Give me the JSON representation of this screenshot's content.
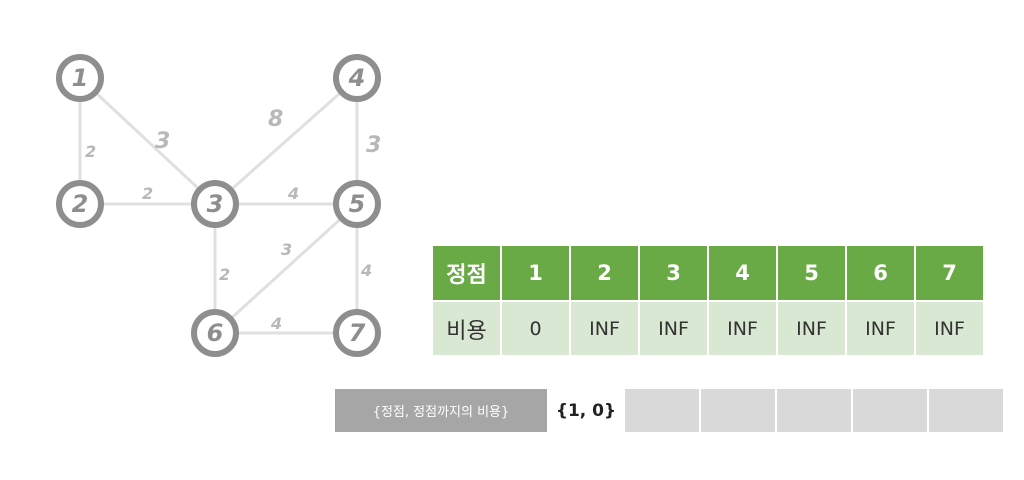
{
  "graph": {
    "nodes": [
      {
        "id": "n1",
        "label": "1"
      },
      {
        "id": "n2",
        "label": "2"
      },
      {
        "id": "n3",
        "label": "3"
      },
      {
        "id": "n4",
        "label": "4"
      },
      {
        "id": "n5",
        "label": "5"
      },
      {
        "id": "n6",
        "label": "6"
      },
      {
        "id": "n7",
        "label": "7"
      }
    ],
    "edges": [
      {
        "from": "1",
        "to": "2",
        "weight": "2"
      },
      {
        "from": "1",
        "to": "3",
        "weight": "3"
      },
      {
        "from": "2",
        "to": "3",
        "weight": "2"
      },
      {
        "from": "3",
        "to": "4",
        "weight": "8"
      },
      {
        "from": "3",
        "to": "5",
        "weight": "4"
      },
      {
        "from": "4",
        "to": "5",
        "weight": "3"
      },
      {
        "from": "3",
        "to": "6",
        "weight": "2"
      },
      {
        "from": "5",
        "to": "6",
        "weight": "3"
      },
      {
        "from": "5",
        "to": "7",
        "weight": "4"
      },
      {
        "from": "6",
        "to": "7",
        "weight": "4"
      }
    ]
  },
  "cost_table": {
    "header_label": "정점",
    "row_label": "비용",
    "vertices": [
      "1",
      "2",
      "3",
      "4",
      "5",
      "6",
      "7"
    ],
    "costs": [
      "0",
      "INF",
      "INF",
      "INF",
      "INF",
      "INF",
      "INF"
    ]
  },
  "queue": {
    "label": "{정점, 정점까지의 비용}",
    "cells": [
      "{1, 0}",
      "",
      "",
      "",
      "",
      ""
    ]
  },
  "colors": {
    "table_header_bg": "#6aaa46",
    "table_body_bg": "#d9e8d2",
    "queue_label_bg": "#a6a6a6",
    "queue_cell_bg": "#d9d9d9",
    "node_stroke": "#8e8e8e",
    "edge_stroke": "#e0e0e0"
  }
}
